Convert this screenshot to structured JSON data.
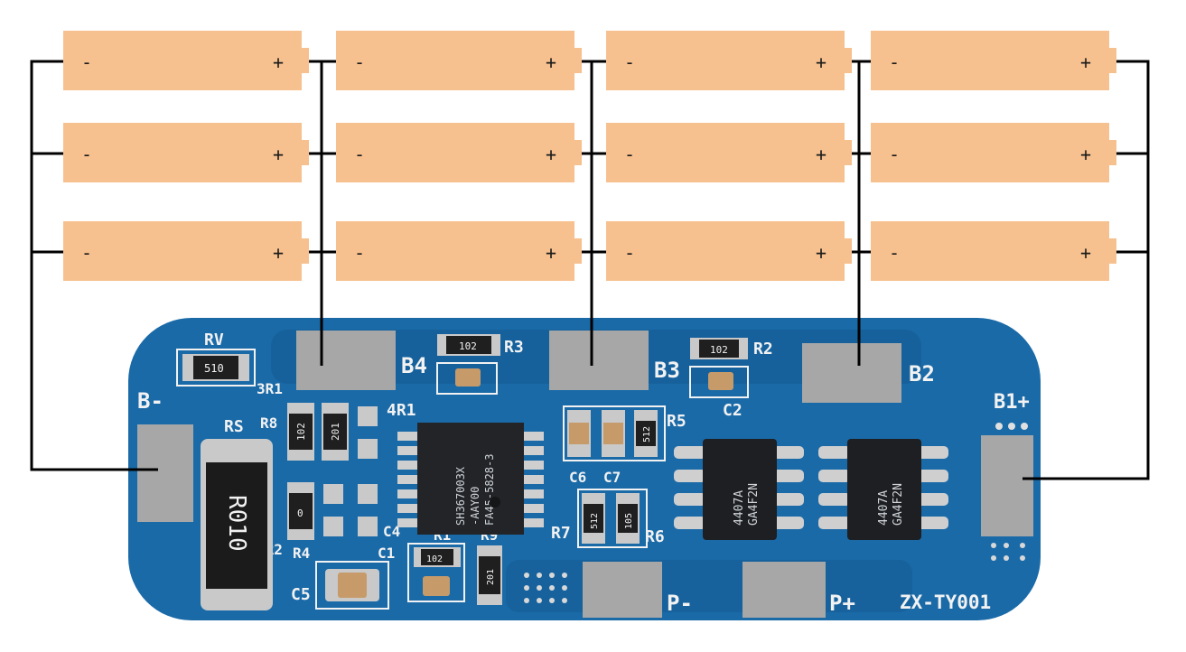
{
  "colors": {
    "battery": "#f7c18f",
    "wire": "#000000",
    "pcb": "#1a6aa8",
    "pcb_dark": "#145a92",
    "pad": "#a7a7a7",
    "silkscreen": "#f2f2f2"
  },
  "battery": {
    "neg_label": "-",
    "pos_label": "+"
  },
  "battery_grid": {
    "rows": 3,
    "columns": 4
  },
  "board": {
    "pads": {
      "b_minus": "B-",
      "b1_plus": "B1+",
      "b2": "B2",
      "b3": "B3",
      "b4": "B4",
      "p_minus": "P-",
      "p_plus": "P+"
    },
    "model": "ZX-TY001",
    "components": {
      "rv": "RV",
      "rv_code": "510",
      "r3": "R3",
      "r3_code": "102",
      "r2": "R2",
      "r2_code": "102",
      "c2": "C2",
      "r5": "R5",
      "r5_code": "512",
      "c6": "C6",
      "c7": "C7",
      "r7": "R7",
      "r7_code": "512",
      "r6": "R6",
      "r6_code": "105",
      "r1": "R1",
      "r1_code": "102",
      "r9": "R9",
      "r9_code": "201",
      "c5": "C5",
      "c4": "C4",
      "c1": "C1",
      "r4": "R4",
      "r8": "R8",
      "rs": "RS",
      "rs_value": "R010",
      "3r1": "3R1",
      "4r1": "4R1",
      "3r2": "3R2",
      "r_102": "102",
      "r_201": "201",
      "r_0": "0"
    },
    "ic": {
      "line1": "SH367003X",
      "line2": "-AAY00",
      "line3": "FA45-5828-3"
    },
    "mosfet1": {
      "line1": "4407A",
      "line2": "GA4F2N"
    },
    "mosfet2": {
      "line1": "4407A",
      "line2": "GA4F2N"
    }
  }
}
